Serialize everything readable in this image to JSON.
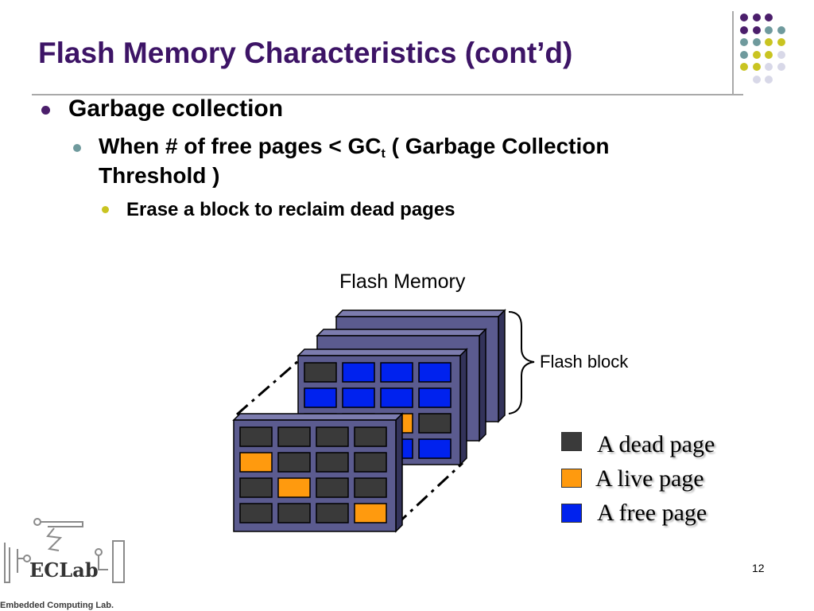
{
  "slide": {
    "title": "Flash Memory Characteristics (cont’d)",
    "bullets": {
      "level1": "Garbage collection",
      "level2_line1_pre": "When # of free pages < GC",
      "level2_line1_sub": "t",
      "level2_line1_post": " ( Garbage Collection",
      "level2_line2": "Threshold )",
      "level3": "Erase a block to reclaim dead pages"
    },
    "page_number": "12"
  },
  "diagram": {
    "title": "Flash Memory",
    "block_label": "Flash block",
    "colors": {
      "dead": "#3a3a3a",
      "live": "#ff9a0e",
      "free": "#0022ee",
      "block": "#5b5b8f"
    },
    "front_block": [
      [
        "dead",
        "dead",
        "dead",
        "dead"
      ],
      [
        "live",
        "dead",
        "dead",
        "dead"
      ],
      [
        "dead",
        "live",
        "dead",
        "dead"
      ],
      [
        "dead",
        "dead",
        "dead",
        "live"
      ]
    ],
    "third_block": [
      [
        "dead",
        "free",
        "free",
        "free"
      ],
      [
        "free",
        "free",
        "free",
        "free"
      ],
      [
        "free",
        "live",
        "live",
        "dead"
      ],
      [
        "free",
        "free",
        "free",
        "free"
      ]
    ]
  },
  "legend": [
    {
      "key": "dead",
      "label": "A dead page",
      "color": "#3a3a3a"
    },
    {
      "key": "live",
      "label": "A live page",
      "color": "#ff9a0e"
    },
    {
      "key": "free",
      "label": "A free page",
      "color": "#0022ee"
    }
  ],
  "logo": {
    "name": "ECLab",
    "subtitle": "Embedded Computing Lab."
  },
  "decor_dots": [
    [
      "#4b1e6b",
      "#4b1e6b",
      "#4b1e6b",
      null
    ],
    [
      "#4b1e6b",
      "#4b1e6b",
      "#6f9a9d",
      "#6f9a9d"
    ],
    [
      "#6f9a9d",
      "#6f9a9d",
      "#c9c421",
      "#c9c421"
    ],
    [
      "#6f9a9d",
      "#c9c421",
      "#c9c421",
      "#d8d8e8"
    ],
    [
      "#c9c421",
      "#c9c421",
      "#d8d8e8",
      "#d8d8e8"
    ],
    [
      null,
      "#d8d8e8",
      "#d8d8e8",
      null
    ]
  ]
}
